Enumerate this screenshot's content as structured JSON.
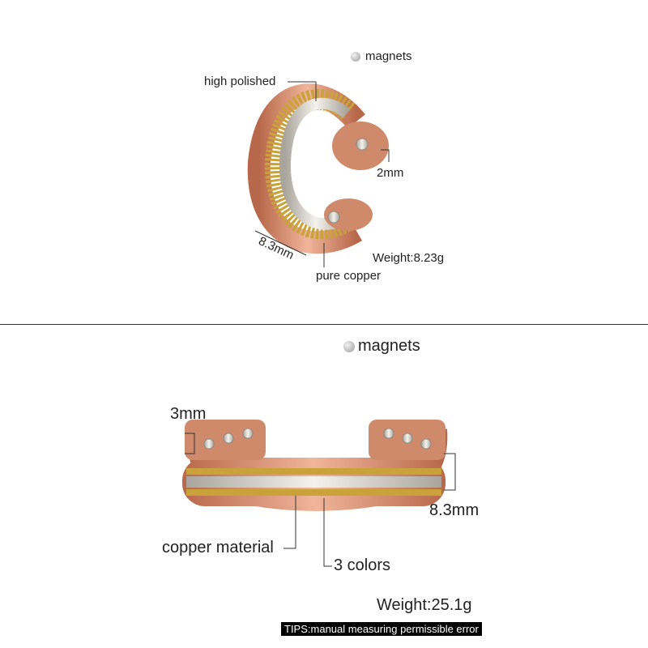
{
  "ring": {
    "magnets": "magnets",
    "high_polished": "high polished",
    "thickness": "2mm",
    "width": "8.3mm",
    "weight": "Weight:8.23g",
    "material": "pure copper"
  },
  "bracelet": {
    "magnets": "magnets",
    "thickness": "3mm",
    "width": "8.3mm",
    "material": "copper material",
    "colors": "3 colors",
    "weight": "Weight:25.1g"
  },
  "tips": "TIPS:manual measuring permissible error",
  "colors": {
    "copper": "#d08a6a",
    "gold": "#c9a23a",
    "silver": "#d9d6cf"
  }
}
